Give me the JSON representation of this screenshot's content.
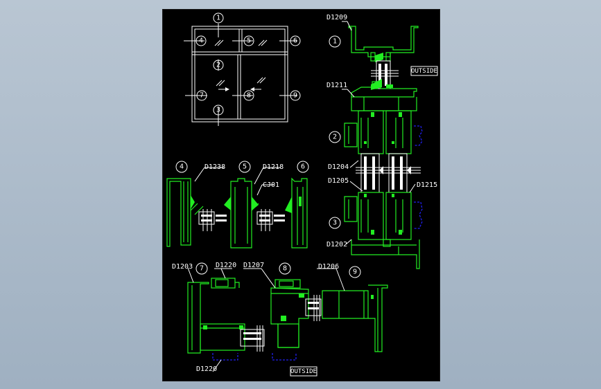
{
  "elevation": {
    "markers": [
      "1",
      "2",
      "3",
      "4",
      "5",
      "6",
      "7",
      "8",
      "9"
    ]
  },
  "section_markers": {
    "s1": "1",
    "s2": "2",
    "s3": "3",
    "s4": "4",
    "s5": "5",
    "s6": "6",
    "s7": "7",
    "s8": "8",
    "s9": "9"
  },
  "labels": {
    "d1209": "D1209",
    "d1211": "D1211",
    "d1204": "D1204",
    "d1205": "D1205",
    "d1215": "D1215",
    "d1202": "D1202",
    "d1238": "D1238",
    "d1218": "D1218",
    "cj01": "CJ01",
    "d1203": "D1203",
    "d1220_top": "D1220",
    "d1207": "D1207",
    "d1206": "D1206",
    "d1220_bottom": "D1220"
  },
  "outside_tags": {
    "right": "OUTSIDE",
    "bottom": "OUTSIDE"
  },
  "colors": {
    "profile": "#22ee22",
    "glass": "#ffffff",
    "seal": "#2020ee",
    "background": "#000000"
  }
}
